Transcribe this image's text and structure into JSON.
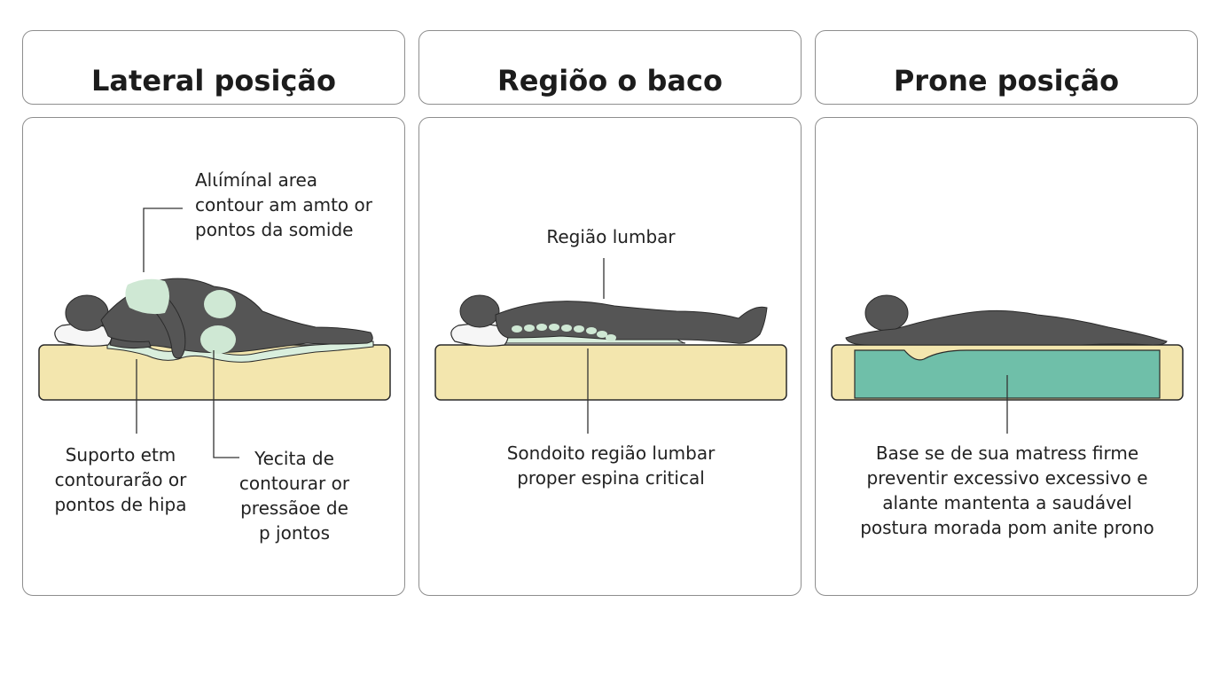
{
  "panels": [
    {
      "title": "Lateral posição",
      "labels": {
        "top": "Alιímínal area\ncontour am amto or\npontos da somide",
        "bottom_left": "Suporto etm\ncontourarão or\npontos de hipa",
        "bottom_right": "Yecita de\ncontourar or\npressãoe de\np jontos"
      }
    },
    {
      "title": "Regiõo o baco",
      "labels": {
        "top": "Região lumbar",
        "bottom": "Sondoito região lumbar\nproper espina critical"
      }
    },
    {
      "title": "Prone posição",
      "labels": {
        "bottom": "Base se de sua matress firme\npreventir excessivo excessivo e\nalante mantenta a saudável\npostura morada pom anite prono"
      }
    }
  ],
  "colors": {
    "mattress": "#f3e6ae",
    "contour": "#d9eedd",
    "firm_base": "#6fbfa9",
    "body": "#555555",
    "highlight": "#cfe8d4"
  }
}
